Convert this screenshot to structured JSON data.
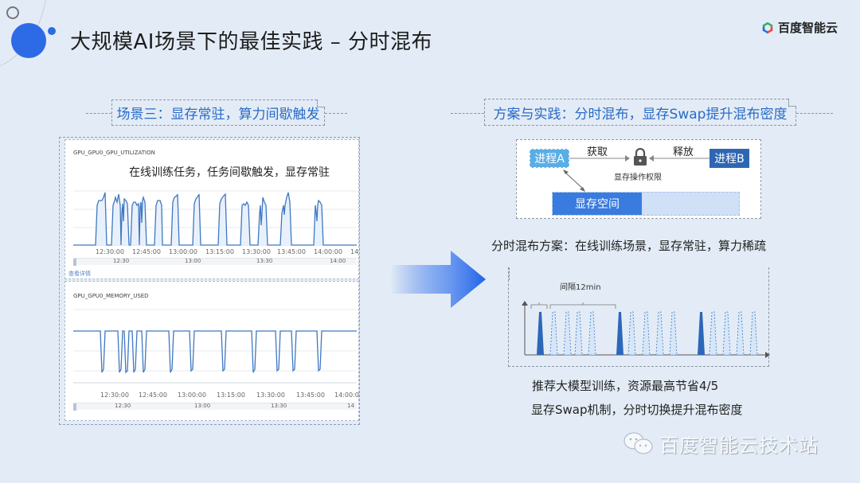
{
  "header": {
    "title": "大规模AI场景下的最佳实践 – 分时混布",
    "logo_text": "百度智能云"
  },
  "left_section": {
    "heading": "场景三：显存常驻，算力间歇触发",
    "chart1": {
      "metric_name": "GPU_GPU0_GPU_UTILIZATION",
      "annotation": "在线训练任务，任务间歇触发，显存常驻",
      "x_ticks": [
        "12:30:00",
        "12:45:00",
        "13:00:00",
        "13:15:00",
        "13:30:00",
        "13:45:00",
        "14:00:00",
        "14"
      ],
      "navigator_ticks": [
        "12:30",
        "13:00",
        "13:30",
        "14:00"
      ],
      "detail_link": "查看详情"
    },
    "chart2": {
      "metric_name": "GPU_GPU0_MEMORY_USED",
      "x_ticks": [
        "12:30:00",
        "12:45:00",
        "13:00:00",
        "13:15:00",
        "13:30:00",
        "13:45:00",
        "14:00:0"
      ],
      "navigator_ticks": [
        "12:30",
        "13:00",
        "13:30",
        "14"
      ]
    }
  },
  "right_section": {
    "heading": "方案与实践：分时混布，显存Swap提升混布密度",
    "diagram": {
      "process_a": "进程A",
      "process_b": "进程B",
      "acquire": "获取",
      "release": "释放",
      "lock_label": "显存操作权限",
      "memory_space": "显存空间"
    },
    "plan_text": "分时混布方案：在线训练场景，显存常驻，算力稀疏",
    "interval_label": "间隔12min",
    "bottom_lines": [
      "推荐大模型训练，资源最高节省4/5",
      "显存Swap机制，分时切换提升混布密度"
    ]
  },
  "watermark": {
    "text": "百度智能云技术站",
    "icon": "wechat-icon"
  },
  "colors": {
    "background": "#e3ecf6",
    "accent_blue": "#2d6be6",
    "heading_blue": "#2a6bc7",
    "process_a": "#5aaee6",
    "process_b": "#2f66b3",
    "memory_fill": "#3a7be0",
    "memory_empty": "#cfe0f7",
    "chart_line": "#3f78c2"
  }
}
